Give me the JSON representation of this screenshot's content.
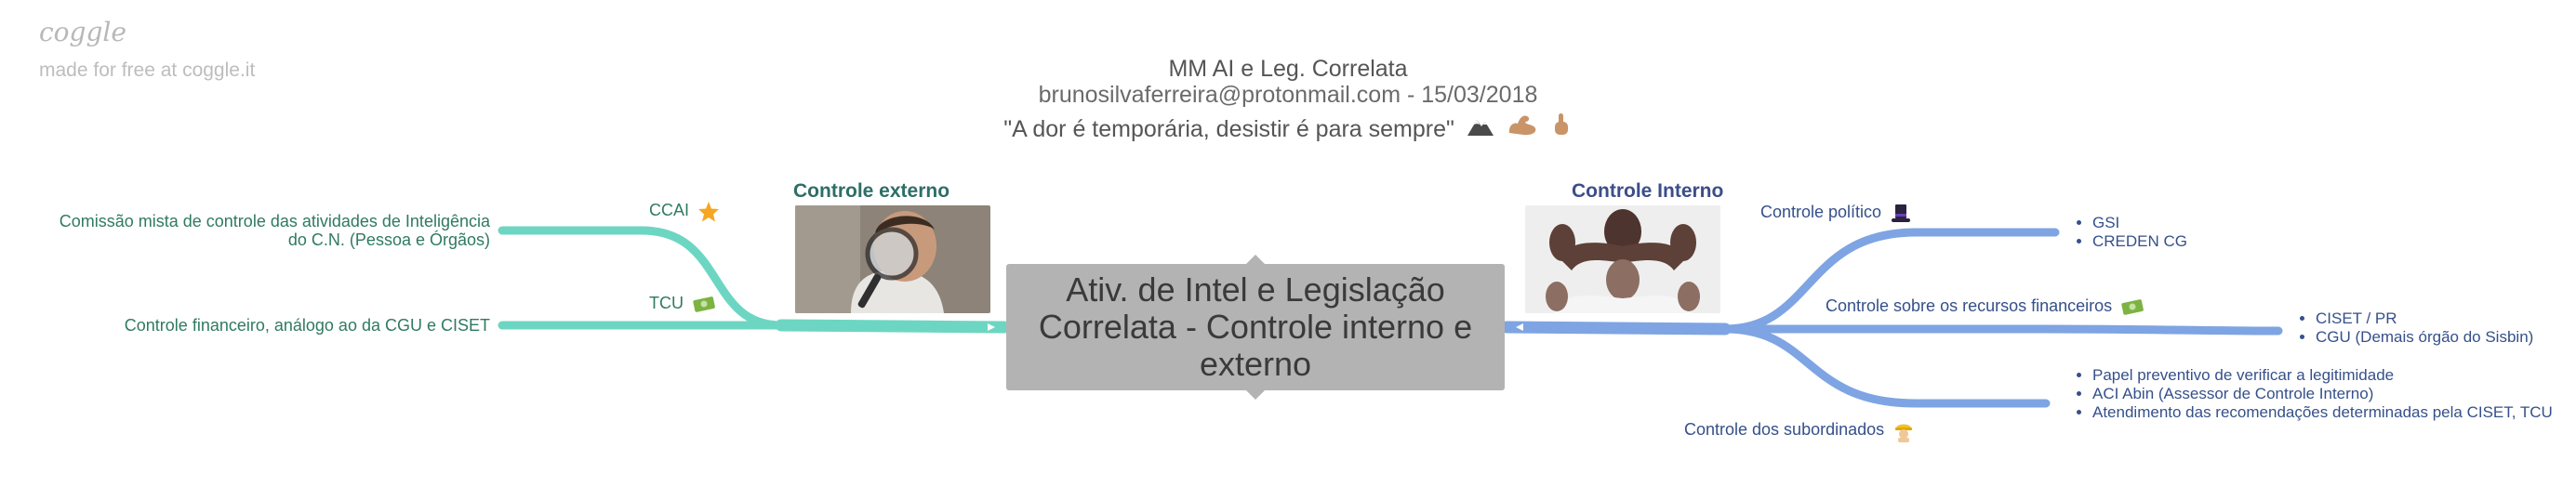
{
  "brand": {
    "logo": "coggle",
    "tagline": "made for free at coggle.it"
  },
  "header": {
    "title": "MM AI e Leg. Correlata",
    "email": "brunosilvaferreira@protonmail.com",
    "separator": " - ",
    "date": "15/03/2018",
    "quote": "\"A dor é temporária, desistir é para sempre\"",
    "quote_emojis": [
      "mountain-icon",
      "flexed-biceps-icon",
      "pointing-up-icon"
    ]
  },
  "central_node": {
    "text": "Ativ. de Intel e Legislação Correlata - Controle interno e externo",
    "color": "#b3b3b3"
  },
  "colors": {
    "green_branch": "#6dd6c2",
    "blue_branch": "#7ea4e3",
    "green_text": "#2f7a62",
    "blue_text": "#35508a"
  },
  "left_branch": {
    "title": "Controle externo",
    "image_alt": "man-with-magnifying-glass",
    "children": [
      {
        "label": "CCAI",
        "icon": "star-icon",
        "leaf": "Comissão mista de controle das atividades de Inteligência do C.N. (Pessoa e Órgãos)"
      },
      {
        "label": "TCU",
        "icon": "money-icon",
        "leaf": "Controle financeiro, análogo ao da CGU e CISET"
      }
    ]
  },
  "right_branch": {
    "title": "Controle Interno",
    "image_alt": "flexing-men",
    "children": [
      {
        "label": "Controle político",
        "icon": "top-hat-icon",
        "items": [
          "GSI",
          "CREDEN CG"
        ]
      },
      {
        "label": "Controle sobre os recursos financeiros",
        "icon": "money-icon",
        "items": [
          "CISET / PR",
          "CGU (Demais órgão do Sisbin)"
        ]
      },
      {
        "label": "Controle dos subordinados",
        "icon": "worker-icon",
        "items": [
          "Papel preventivo de verificar a legitimidade",
          "ACI Abin (Assessor de Controle Interno)",
          "Atendimento das recomendações determinadas pela CISET, TCU"
        ]
      }
    ]
  }
}
